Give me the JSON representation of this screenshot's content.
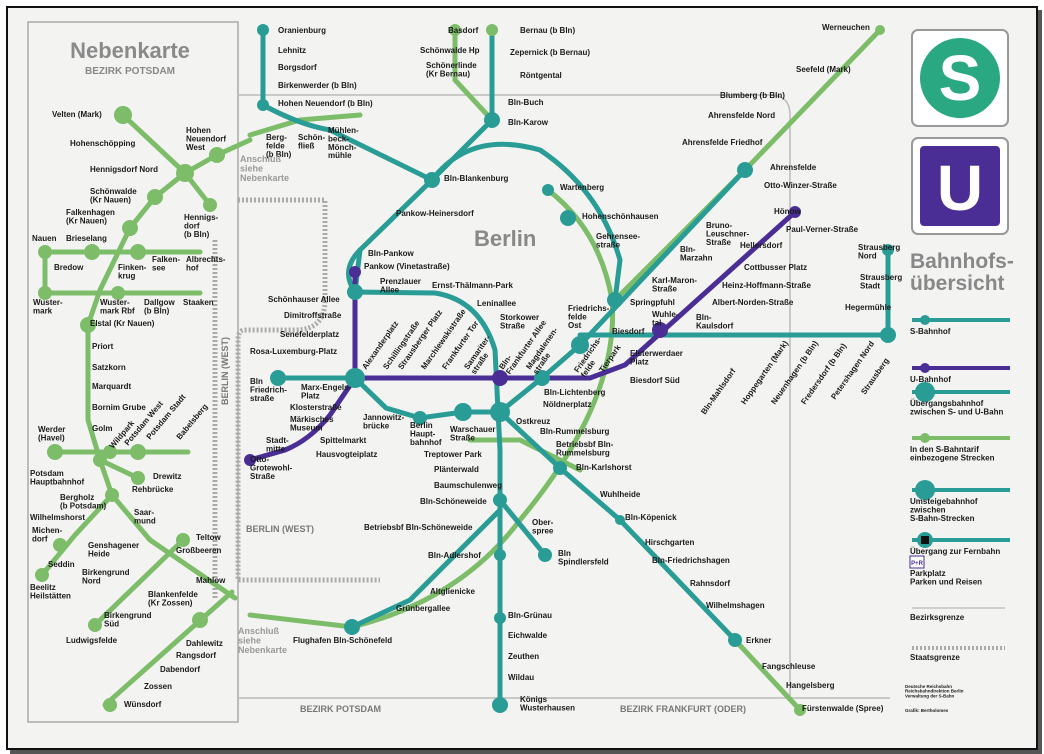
{
  "title": {
    "main": "Nebenkarte",
    "sub": "BEZIRK POTSDAM",
    "city": "Berlin"
  },
  "logos": {
    "s_bahn": "S",
    "u_bahn": "U",
    "heading": [
      "Bahnhofs-",
      "übersicht"
    ]
  },
  "colors": {
    "s_bahn": "#2a9c96",
    "u_bahn": "#4b2d96",
    "tarif": "#7dbd6a",
    "background": "#f3f4f1"
  },
  "legend": [
    {
      "label": "S-Bahnhof",
      "icon": "s-station-icon"
    },
    {
      "label": "U-Bahnhof",
      "icon": "u-station-icon"
    },
    {
      "label": "Übergangsbahnhof\nzwischen S- und U-Bahn",
      "icon": "su-transfer-icon"
    },
    {
      "label": "In den S-Bahntarif\neinbezogene Strecken",
      "icon": "tarif-line-icon"
    },
    {
      "label": "Umsteigebahnhof\nzwischen\nS-Bahn-Strecken",
      "icon": "s-transfer-icon"
    },
    {
      "label": "Übergang zur Fernbahn",
      "icon": "train-icon"
    },
    {
      "label": "Parkplatz\nParken und Reisen",
      "icon": "park-ride-icon"
    },
    {
      "label": "Bezirksgrenze",
      "icon": "district-border-icon"
    },
    {
      "label": "Staatsgrenze",
      "icon": "state-border-icon"
    }
  ],
  "credits": {
    "publisher": "Deutsche Reichsbahn\nReichsbahndirektion Berlin\nVerwaltung der S-Bahn",
    "graphic": "Grafik: Bertholomes"
  },
  "regions": [
    "BERLIN (WEST)",
    "BERLIN (WEST)",
    "BEZIRK POTSDAM",
    "BEZIRK FRANKFURT (ODER)",
    "Anschluß\nsiehe\nNebenkarte",
    "Anschluß\nsiehe\nNebenkarte"
  ],
  "park_ride_label": "P+R",
  "stations": [
    "Velten (Mark)",
    "Hohenschöpping",
    "Hennigsdorf Nord",
    "Schönwalde\n(Kr Nauen)",
    "Falkenhagen\n(Kr Nauen)",
    "Hohen\nNeuendorf\nWest",
    "Hennigs-\ndorf\n(b Bln)",
    "Nauen",
    "Brieselang",
    "Bredow",
    "Finken-\nkrug",
    "Falken-\nsee",
    "Albrechts-\nhof",
    "Wuster-\nmark",
    "Wuster-\nmark Rbf",
    "Dallgow\n(b Bln)",
    "Staaken",
    "Elstal (Kr Nauen)",
    "Priort",
    "Satzkorn",
    "Marquardt",
    "Bornim Grube",
    "Golm",
    "Werder\n(Havel)",
    "Wildpark",
    "Potsdam West",
    "Potsdam Stadt",
    "Babelsberg",
    "Potsdam\nHauptbahnhof",
    "Drewitz",
    "Rehbrücke",
    "Bergholz\n(b Potsdam)",
    "Wilhelmshorst",
    "Saar-\nmund",
    "Michen-\ndorf",
    "Teltow",
    "Großbeeren",
    "Genshagener\nHeide",
    "Seddin",
    "Birkengrund\nNord",
    "Beelitz\nHeilstätten",
    "Mahlow",
    "Blankenfelde\n(Kr Zossen)",
    "Birkengrund\nSüd",
    "Ludwigsfelde",
    "Dahlewitz",
    "Rangsdorf",
    "Dabendorf",
    "Zossen",
    "Wünsdorf",
    "Oranienburg",
    "Lehnitz",
    "Borgsdorf",
    "Birkenwerder (b Bln)",
    "Hohen Neuendorf (b Bln)",
    "Berg-\nfelde\n(b Bln)",
    "Schön-\nfließ",
    "Mühlen-\nbeck-\nMönch-\nmühle",
    "Basdorf",
    "Schönwalde Hp",
    "Schönerlinde\n(Kr Bernau)",
    "Bernau (b Bln)",
    "Zepernick (b Bernau)",
    "Röntgental",
    "Bln-Buch",
    "Bln-Karow",
    "Bln-Blankenburg",
    "Pankow-Heinersdorf",
    "Wartenberg",
    "Hohenschönhausen",
    "Gehrensee-\nstraße",
    "Bln-Pankow",
    "Pankow (Vinetastraße)",
    "Prenzlauer\nAllee",
    "Ernst-Thälmann-Park",
    "Schönhauser Allee",
    "Leninallee",
    "Dimitroffstraße",
    "Senefelderplatz",
    "Rosa-Luxemburg-Platz",
    "Storkower\nStraße",
    "Alexanderplatz",
    "Schillingstraße",
    "Strausberger Platz",
    "Marchlewskistraße",
    "Frankfurter Tor",
    "Samariter-\nstraße",
    "Bln-\nFrankfurter Allee",
    "Magdalenen-\nstraße",
    "Friedrichs-\nfelde\nOst",
    "Friedrichs-\nfelde",
    "Tierpark",
    "Bln\nFriedrich-\nstraße",
    "Marx-Engels-\nPlatz",
    "Bln-Lichtenberg",
    "Nöldnerplatz",
    "Klosterstraße",
    "Märkisches\nMuseum",
    "Jannowitz-\nbrücke",
    "Berlin\nHaupt-\nbahnhof",
    "Warschauer\nStraße",
    "Ostkreuz",
    "Stadt-\nmitte",
    "Spittelmarkt",
    "Hausvogteiplatz",
    "Otto-\nGrotewohl-\nStraße",
    "Bln-Rummelsburg",
    "Betriebsbf Bln-\nRummelsburg",
    "Treptower Park",
    "Plänterwald",
    "Bln-Karlshorst",
    "Baumschulenweg",
    "Wuhlheide",
    "Bln-Schöneweide",
    "Betriebsbf Bln-Schöneweide",
    "Ober-\nspree",
    "Bln-Köpenick",
    "Hirschgarten",
    "Bln-Adlershof",
    "Bln\nSpindlersfeld",
    "Bln-Friedrichshagen",
    "Rahnsdorf",
    "Altglienicke",
    "Wilhelmshagen",
    "Grünbergallee",
    "Bln-Grünau",
    "Flughafen Bln-Schönefeld",
    "Eichwalde",
    "Erkner",
    "Zeuthen",
    "Fangschleuse",
    "Wildau",
    "Hangelsberg",
    "Königs\nWusterhausen",
    "Fürstenwalde (Spree)",
    "Werneuchen",
    "Seefeld (Mark)",
    "Blumberg (b Bln)",
    "Ahrensfelde Nord",
    "Ahrensfelde Friedhof",
    "Ahrensfelde",
    "Otto-Winzer-Straße",
    "Hönow",
    "Paul-Verner-Straße",
    "Bruno-\nLeuschner-\nStraße",
    "Hellersdorf",
    "Bln-\nMarzahn",
    "Cottbusser Platz",
    "Strausberg\nNord",
    "Karl-Maron-\nStraße",
    "Heinz-Hoffmann-Straße",
    "Strausberg\nStadt",
    "Hegermühle",
    "Springpfuhl",
    "Albert-Norden-Straße",
    "Wuhle-\ntal",
    "Biesdorf",
    "Bln-\nKaulsdorf",
    "Elsterwerdaer\nPlatz",
    "Biesdorf Süd",
    "Bln-Mahlsdorf",
    "Hoppegarten (Mark)",
    "Neuenhagen (b Bln)",
    "Fredersdorf (b Bln)",
    "Petershagen Nord",
    "Strausberg"
  ]
}
